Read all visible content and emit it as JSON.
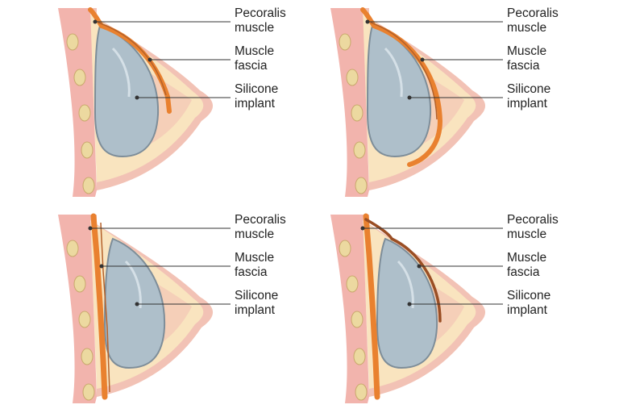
{
  "colors": {
    "skin_outer": "#f2c2b5",
    "tissue": "#f9e4bf",
    "gland": "#f4c9b6",
    "chest_wall": "#f2b4ad",
    "rib": "#ecd9a0",
    "muscle": "#e9812f",
    "fascia": "#b4612a",
    "implant_fill": "#aebfca",
    "implant_edge": "#7d8d99",
    "leader": "#333333"
  },
  "panels": [
    {
      "pectoralis": {
        "line1": "Pecoralis",
        "line2": "muscle"
      },
      "fascia": {
        "line1": "Muscle",
        "line2": "fascia"
      },
      "implant": {
        "line1": "Silicone",
        "line2": "implant"
      }
    },
    {
      "pectoralis": {
        "line1": "Pecoralis",
        "line2": "muscle"
      },
      "fascia": {
        "line1": "Muscle",
        "line2": "fascia"
      },
      "implant": {
        "line1": "Silicone",
        "line2": "implant"
      }
    },
    {
      "pectoralis": {
        "line1": "Pecoralis",
        "line2": "muscle"
      },
      "fascia": {
        "line1": "Muscle",
        "line2": "fascia"
      },
      "implant": {
        "line1": "Silicone",
        "line2": "implant"
      }
    },
    {
      "pectoralis": {
        "line1": "Pecoralis",
        "line2": "muscle"
      },
      "fascia": {
        "line1": "Muscle",
        "line2": "fascia"
      },
      "implant": {
        "line1": "Silicone",
        "line2": "implant"
      }
    }
  ]
}
